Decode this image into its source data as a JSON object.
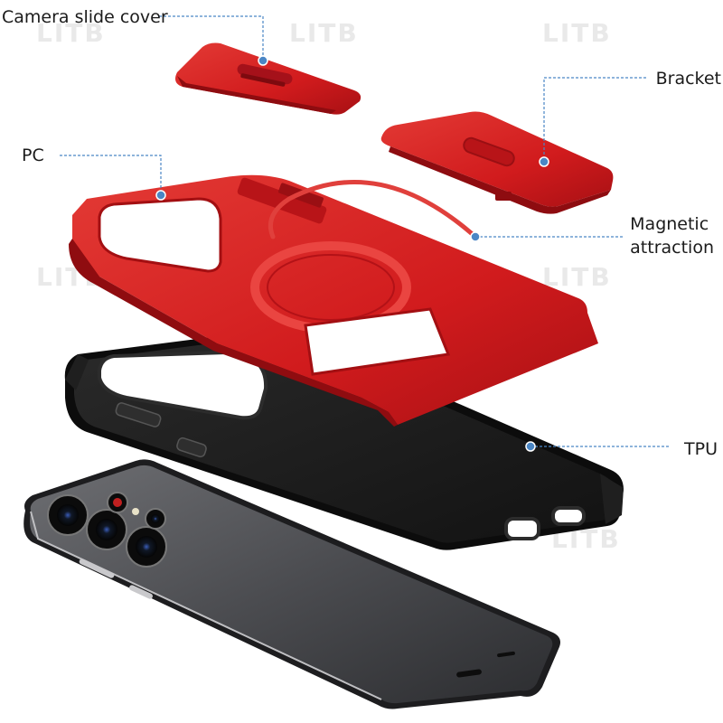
{
  "labels": {
    "camera_slide_cover": "Camera slide cover",
    "bracket": "Bracket",
    "pc": "PC",
    "magnetic_line1": "Magnetic",
    "magnetic_line2": "attraction",
    "tpu": "TPU"
  },
  "watermark": "LITB",
  "colors": {
    "case_red": "#d81d1d",
    "case_red_dark": "#a50f12",
    "tpu_black": "#1a1a1a",
    "phone_body": "#4a4a4c",
    "leader_line": "#4a86c5",
    "label_text": "#1b1b1b"
  },
  "icons": [
    "lens-icon",
    "flash-icon",
    "button-icon",
    "port-icon"
  ]
}
